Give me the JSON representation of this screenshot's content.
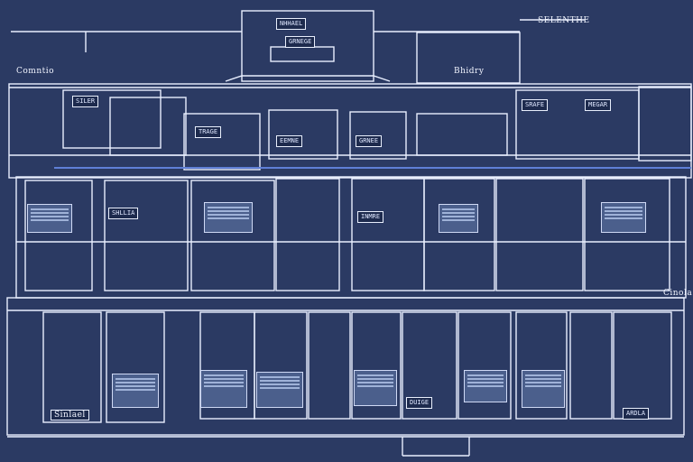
{
  "labels": {
    "top_left": "Comntio",
    "top_right": "SELENTHE",
    "row1_center": "Bhidry",
    "bottom_left_tag": "Sinlael",
    "side_right": "Cinola"
  },
  "chips": {
    "c1": "NHHAEL",
    "c2": "GRNEGE",
    "c3": "SILER",
    "c4": "TRAGE",
    "c5": "EEMNE",
    "c6": "GRNEE",
    "c7": "SRAFE",
    "c8": "MEGAR",
    "c9": "SHLLIA",
    "c10": "INMRE",
    "c11": "DUIGE",
    "c12": "ARDLA"
  },
  "colors": {
    "background": "#2b3a63",
    "line": "#e9efff",
    "panel": "#1d2a4d",
    "accent": "#5f7fd6"
  }
}
